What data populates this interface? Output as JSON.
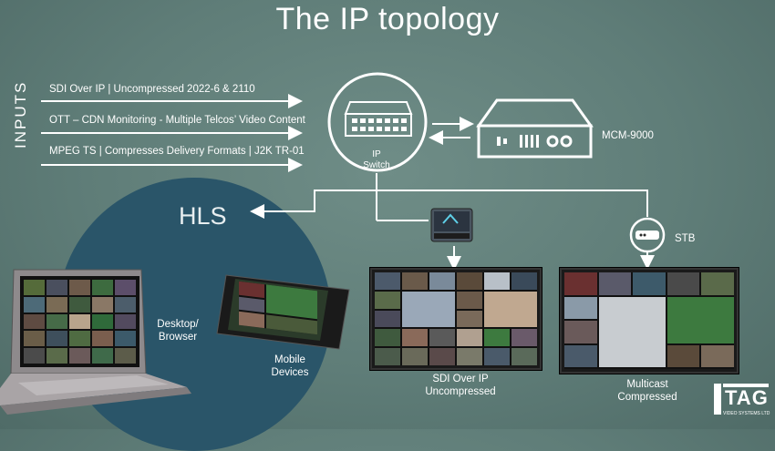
{
  "title": "The IP topology",
  "inputs_label": "INPUTS",
  "inputs": [
    "SDI Over IP | Uncompressed 2022-6 & 2110",
    "OTT – CDN Monitoring - Multiple Telcos’ Video Content",
    "MPEG TS | Compresses Delivery Formats | J2K TR-01"
  ],
  "ip_switch": {
    "line1": "IP",
    "line2": "Switch"
  },
  "mcm_label": "MCM-9000",
  "hls_label": "HLS",
  "stb_label": "STB",
  "desktop": {
    "line1": "Desktop/",
    "line2": "Browser"
  },
  "mobile": {
    "line1": "Mobile",
    "line2": "Devices"
  },
  "sdi_out": {
    "line1": "SDI Over IP",
    "line2": "Uncompressed"
  },
  "multicast": {
    "line1": "Multicast",
    "line2": "Compressed"
  },
  "logo": {
    "text": "TAG",
    "sub": "VIDEO SYSTEMS LTD"
  },
  "colors": {
    "background": "#5f7d78",
    "hls_circle": "#2a5569",
    "lines": "#ffffff"
  }
}
